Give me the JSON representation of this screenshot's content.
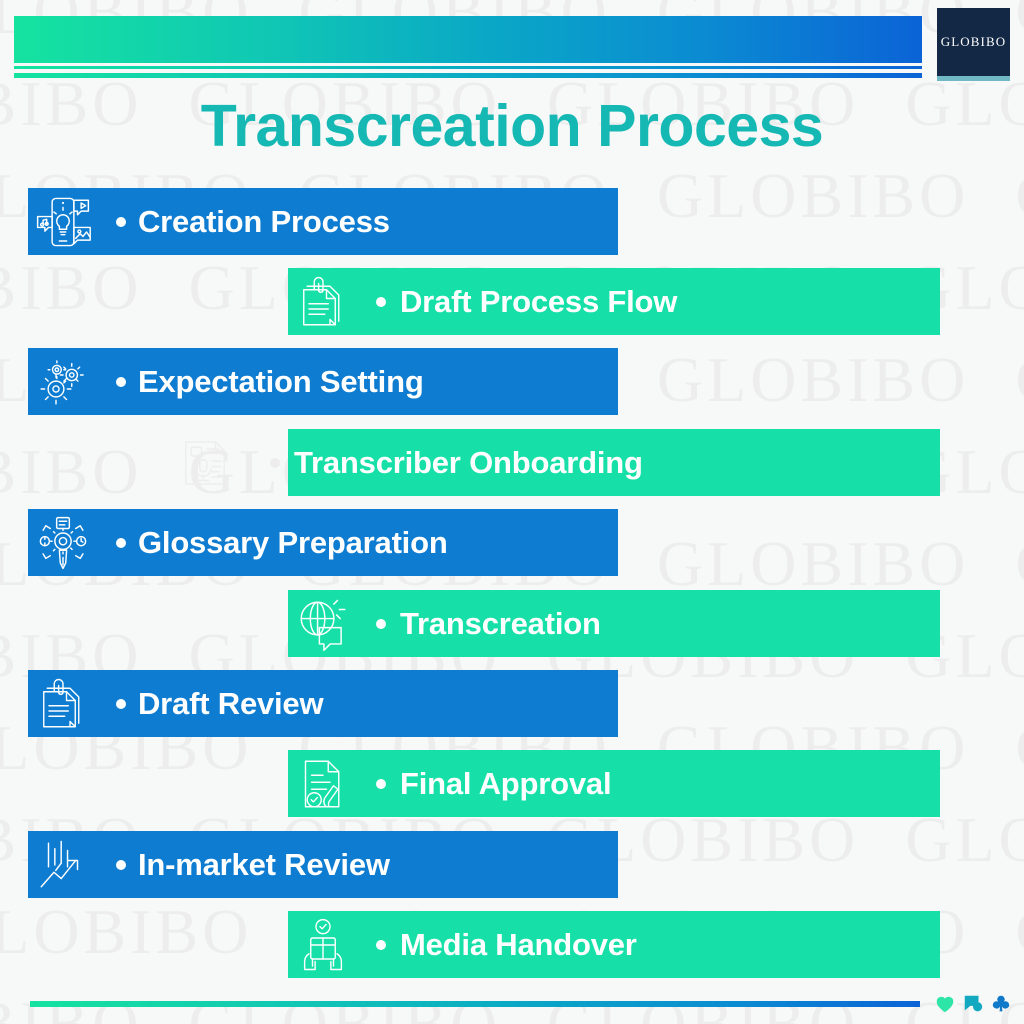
{
  "brand": {
    "logo_text": "GLOBIBO",
    "watermark_text": "GLOBIBO",
    "accent_teal": "#16b8b4",
    "accent_blue": "#0e7cd1",
    "accent_green": "#16e0a8",
    "gradient_from": "#15e39f",
    "gradient_to": "#0b63d6",
    "logo_bg": "#122844",
    "background": "#f7f8f8"
  },
  "header": {
    "bar_gradient": "green-to-blue",
    "logo_label": "GLOBIBO"
  },
  "title": "Transcreation Process",
  "steps": [
    {
      "label": "Creation Process",
      "color": "blue",
      "icon": "content-creation-icon",
      "icon_outside": false
    },
    {
      "label": "Draft Process Flow",
      "color": "green",
      "icon": "document-paperclip-icon",
      "icon_outside": false
    },
    {
      "label": "Expectation Setting",
      "color": "blue",
      "icon": "gears-icon",
      "icon_outside": false
    },
    {
      "label": "Transcriber Onboarding",
      "color": "green",
      "icon": "transcription-mic-icon",
      "icon_outside": true
    },
    {
      "label": "Glossary Preparation",
      "color": "blue",
      "icon": "glossary-gear-pen-icon",
      "icon_outside": false
    },
    {
      "label": "Transcreation",
      "color": "green",
      "icon": "globe-speech-icon",
      "icon_outside": false
    },
    {
      "label": "Draft Review",
      "color": "blue",
      "icon": "document-paperclip-icon",
      "icon_outside": false
    },
    {
      "label": "Final Approval",
      "color": "green",
      "icon": "approved-document-icon",
      "icon_outside": false
    },
    {
      "label": "In-market Review",
      "color": "blue",
      "icon": "growth-chart-arrow-icon",
      "icon_outside": false
    },
    {
      "label": "Media Handover",
      "color": "green",
      "icon": "handover-package-icon",
      "icon_outside": false
    }
  ],
  "footer": {
    "icons": [
      {
        "name": "heart-icon",
        "color": "#2ee5a8"
      },
      {
        "name": "chat-icon",
        "color": "#12a9c0"
      },
      {
        "name": "clover-icon",
        "color": "#1079c9"
      }
    ]
  }
}
